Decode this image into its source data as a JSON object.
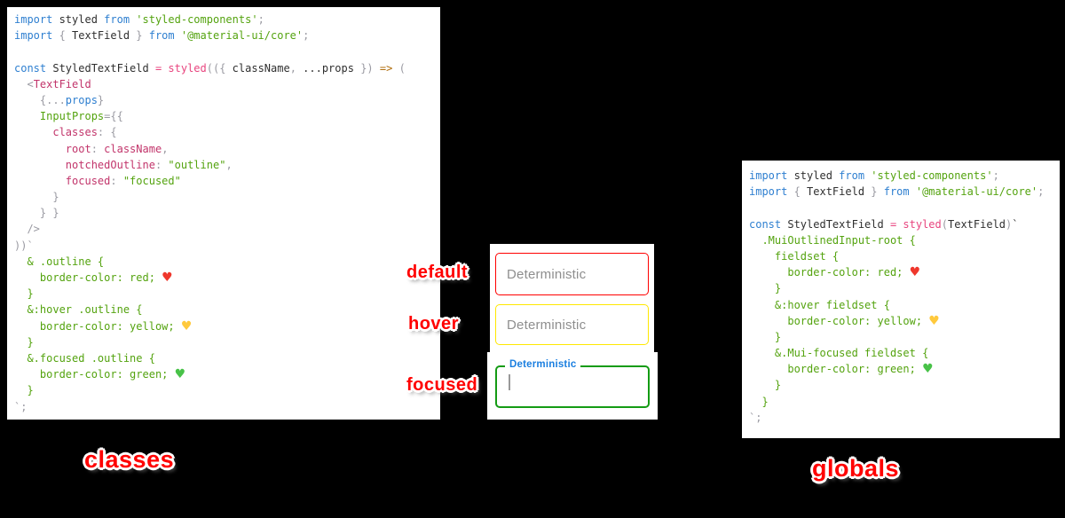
{
  "annotations": {
    "default": "default",
    "hover": "hover",
    "focused": "focused",
    "classes": "classes",
    "globals": "globals"
  },
  "fields": {
    "placeholder": "Deterministic",
    "focused_label": "Deterministic",
    "default_border_color": "#ff0000",
    "hover_border_color": "#ffe800",
    "focused_border_color": "#149b14",
    "focused_label_color": "#1b7fe0",
    "placeholder_color": "#8e8e8e"
  },
  "code_left": {
    "lines": [
      [
        [
          "k",
          "import "
        ],
        [
          "t",
          "styled "
        ],
        [
          "k",
          "from "
        ],
        [
          "s",
          "'styled-components'"
        ],
        [
          "p",
          ";"
        ]
      ],
      [
        [
          "k",
          "import "
        ],
        [
          "p",
          "{ "
        ],
        [
          "t",
          "TextField "
        ],
        [
          "p",
          "} "
        ],
        [
          "k",
          "from "
        ],
        [
          "s",
          "'@material-ui/core'"
        ],
        [
          "p",
          ";"
        ]
      ],
      [],
      [
        [
          "k",
          "const "
        ],
        [
          "t",
          "StyledTextField "
        ],
        [
          "f",
          "= "
        ],
        [
          "f",
          "styled"
        ],
        [
          "p",
          "(({ "
        ],
        [
          "t",
          "className"
        ],
        [
          "p",
          ", "
        ],
        [
          "t",
          "...props "
        ],
        [
          "p",
          "}) "
        ],
        [
          "o",
          "=> "
        ],
        [
          "p",
          "("
        ]
      ],
      [
        [
          "p",
          "  <"
        ],
        [
          "tag",
          "TextField"
        ]
      ],
      [
        [
          "p",
          "    {..."
        ],
        [
          "v",
          "props"
        ],
        [
          "p",
          "}"
        ]
      ],
      [
        [
          "attr",
          "    InputProps"
        ],
        [
          "p",
          "={{"
        ]
      ],
      [
        [
          "key",
          "      classes"
        ],
        [
          "p",
          ": {"
        ]
      ],
      [
        [
          "key",
          "        root"
        ],
        [
          "p",
          ": "
        ],
        [
          "key",
          "className"
        ],
        [
          "p",
          ","
        ]
      ],
      [
        [
          "key",
          "        notchedOutline"
        ],
        [
          "p",
          ": "
        ],
        [
          "s",
          "\"outline\""
        ],
        [
          "p",
          ","
        ]
      ],
      [
        [
          "key",
          "        focused"
        ],
        [
          "p",
          ": "
        ],
        [
          "s",
          "\"focused\""
        ]
      ],
      [
        [
          "p",
          "      }"
        ]
      ],
      [
        [
          "p",
          "    } }"
        ]
      ],
      [
        [
          "p",
          "  />"
        ]
      ],
      [
        [
          "p",
          "))`"
        ]
      ],
      [
        [
          "g",
          "  & .outline {"
        ]
      ],
      [
        [
          "g",
          "    border-color: red; "
        ],
        [
          "hr",
          "♥"
        ]
      ],
      [
        [
          "g",
          "  }"
        ]
      ],
      [
        [
          "g",
          "  &:hover .outline {"
        ]
      ],
      [
        [
          "g",
          "    border-color: yellow; "
        ],
        [
          "hy",
          "♥"
        ]
      ],
      [
        [
          "g",
          "  }"
        ]
      ],
      [
        [
          "g",
          "  &.focused .outline {"
        ]
      ],
      [
        [
          "g",
          "    border-color: green; "
        ],
        [
          "hg",
          "♥"
        ]
      ],
      [
        [
          "g",
          "  }"
        ]
      ],
      [
        [
          "p",
          "`;"
        ]
      ]
    ]
  },
  "code_right": {
    "lines": [
      [
        [
          "k",
          "import "
        ],
        [
          "t",
          "styled "
        ],
        [
          "k",
          "from "
        ],
        [
          "s",
          "'styled-components'"
        ],
        [
          "p",
          ";"
        ]
      ],
      [
        [
          "k",
          "import "
        ],
        [
          "p",
          "{ "
        ],
        [
          "t",
          "TextField "
        ],
        [
          "p",
          "} "
        ],
        [
          "k",
          "from "
        ],
        [
          "s",
          "'@material-ui/core'"
        ],
        [
          "p",
          ";"
        ]
      ],
      [],
      [
        [
          "k",
          "const "
        ],
        [
          "t",
          "StyledTextField "
        ],
        [
          "f",
          "= "
        ],
        [
          "f",
          "styled"
        ],
        [
          "p",
          "("
        ],
        [
          "t",
          "TextField"
        ],
        [
          "p",
          ")"
        ],
        [
          "t",
          "`"
        ]
      ],
      [
        [
          "g",
          "  .MuiOutlinedInput-root {"
        ]
      ],
      [
        [
          "g",
          "    fieldset {"
        ]
      ],
      [
        [
          "g",
          "      border-color: red; "
        ],
        [
          "hr",
          "♥"
        ]
      ],
      [
        [
          "g",
          "    }"
        ]
      ],
      [
        [
          "g",
          "    &:hover fieldset {"
        ]
      ],
      [
        [
          "g",
          "      border-color: yellow; "
        ],
        [
          "hy",
          "♥"
        ]
      ],
      [
        [
          "g",
          "    }"
        ]
      ],
      [
        [
          "g",
          "    &.Mui-focused fieldset {"
        ]
      ],
      [
        [
          "g",
          "      border-color: green; "
        ],
        [
          "hg",
          "♥"
        ]
      ],
      [
        [
          "g",
          "    }"
        ]
      ],
      [
        [
          "g",
          "  }"
        ]
      ],
      [
        [
          "p",
          "`;"
        ]
      ]
    ]
  }
}
